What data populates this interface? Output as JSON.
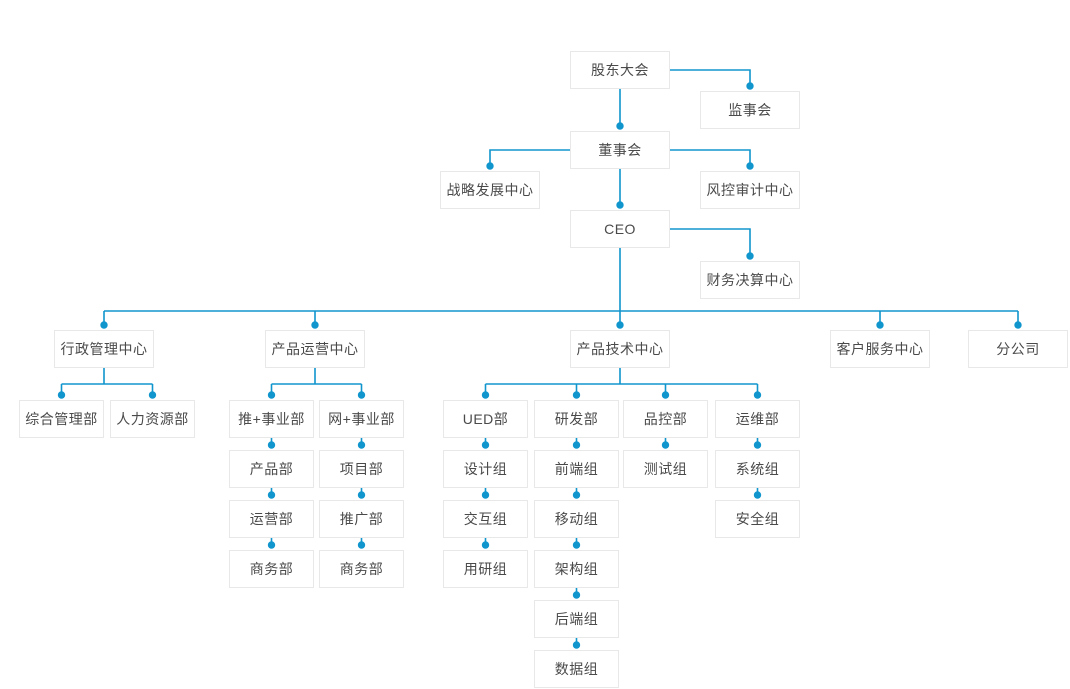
{
  "colors": {
    "connector": "#1095cd",
    "node_border": "#e8e8e8",
    "node_background": "#ffffff",
    "node_text": "#4a4a4a",
    "page_background": "#ffffff"
  },
  "nodes": {
    "shareholders_meeting": "股东大会",
    "supervisory_board": "监事会",
    "board_of_directors": "董事会",
    "strategic_dev_center": "战略发展中心",
    "risk_audit_center": "风控审计中心",
    "ceo": "CEO",
    "finance_center": "财务决算中心",
    "admin_center": "行政管理中心",
    "product_ops_center": "产品运营中心",
    "product_tech_center": "产品技术中心",
    "customer_service_center": "客户服务中心",
    "branch_company": "分公司",
    "general_mgmt_dept": "综合管理部",
    "hr_dept": "人力资源部",
    "tui_business_dept": "推+事业部",
    "wang_business_dept": "网+事业部",
    "product_dept": "产品部",
    "project_dept": "项目部",
    "operations_dept": "运营部",
    "promotion_dept": "推广部",
    "business_dept_a": "商务部",
    "business_dept_b": "商务部",
    "ued_dept": "UED部",
    "rd_dept": "研发部",
    "qc_dept": "品控部",
    "om_dept": "运维部",
    "design_group": "设计组",
    "frontend_group": "前端组",
    "test_group": "测试组",
    "system_group": "系统组",
    "interaction_group": "交互组",
    "mobile_group": "移动组",
    "security_group": "安全组",
    "user_research_group": "用研组",
    "architecture_group": "架构组",
    "backend_group": "后端组",
    "data_group": "数据组"
  },
  "hierarchy": {
    "shareholders_meeting": [
      "supervisory_board",
      "board_of_directors"
    ],
    "board_of_directors": [
      "strategic_dev_center",
      "risk_audit_center",
      "ceo"
    ],
    "ceo": [
      "finance_center",
      "admin_center",
      "product_ops_center",
      "product_tech_center",
      "customer_service_center",
      "branch_company"
    ],
    "admin_center": [
      "general_mgmt_dept",
      "hr_dept"
    ],
    "product_ops_center": [
      "tui_business_dept",
      "wang_business_dept"
    ],
    "tui_business_dept": [
      "product_dept"
    ],
    "product_dept": [
      "operations_dept"
    ],
    "operations_dept": [
      "business_dept_a"
    ],
    "wang_business_dept": [
      "project_dept"
    ],
    "project_dept": [
      "promotion_dept"
    ],
    "promotion_dept": [
      "business_dept_b"
    ],
    "product_tech_center": [
      "ued_dept",
      "rd_dept",
      "qc_dept",
      "om_dept"
    ],
    "ued_dept": [
      "design_group"
    ],
    "design_group": [
      "interaction_group"
    ],
    "interaction_group": [
      "user_research_group"
    ],
    "rd_dept": [
      "frontend_group"
    ],
    "frontend_group": [
      "mobile_group"
    ],
    "mobile_group": [
      "architecture_group"
    ],
    "architecture_group": [
      "backend_group"
    ],
    "backend_group": [
      "data_group"
    ],
    "qc_dept": [
      "test_group"
    ],
    "om_dept": [
      "system_group"
    ],
    "system_group": [
      "security_group"
    ]
  }
}
